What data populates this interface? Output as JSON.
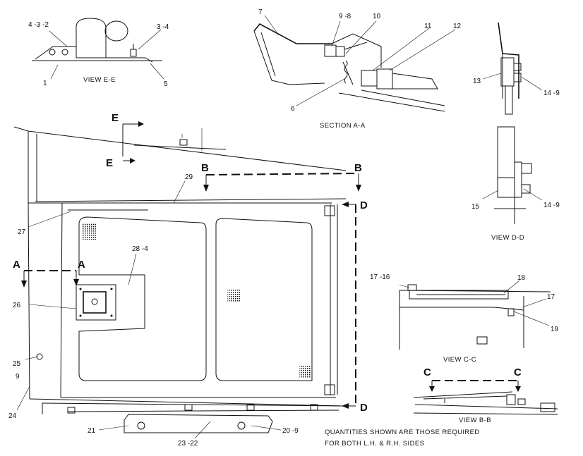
{
  "views": {
    "view_ee": "VIEW E-E",
    "section_aa": "SECTION A-A",
    "view_dd": "VIEW D-D",
    "view_cc": "VIEW C-C",
    "view_bb": "VIEW B-B"
  },
  "callouts": {
    "c_4_3_2": "4 -3 -2",
    "c_3_4": "3 -4",
    "c_1": "1",
    "c_5": "5",
    "c_7": "7",
    "c_9_8": "9 -8",
    "c_10": "10",
    "c_11": "11",
    "c_12": "12",
    "c_6": "6",
    "c_13": "13",
    "c_14_9_top": "14 -9",
    "c_15": "15",
    "c_14_9_bot": "14 -9",
    "c_29": "29",
    "c_27": "27",
    "c_28_4": "28 -4",
    "c_26": "26",
    "c_25": "25",
    "c_9": "9",
    "c_24": "24",
    "c_21": "21",
    "c_23_22": "23 -22",
    "c_20_9": "20 -9",
    "c_17_16": "17 -16",
    "c_18": "18",
    "c_17": "17",
    "c_19": "19"
  },
  "section_letters": {
    "e_top": "E",
    "e_bot": "E",
    "b_left": "B",
    "b_right": "B",
    "d_top": "D",
    "d_bot": "D",
    "a_left": "A",
    "a_right": "A",
    "c_left": "C",
    "c_right": "C"
  },
  "note": {
    "line1": "QUANTITIES SHOWN ARE THOSE REQUIRED",
    "line2": "FOR BOTH L.H. & R.H. SIDES"
  }
}
